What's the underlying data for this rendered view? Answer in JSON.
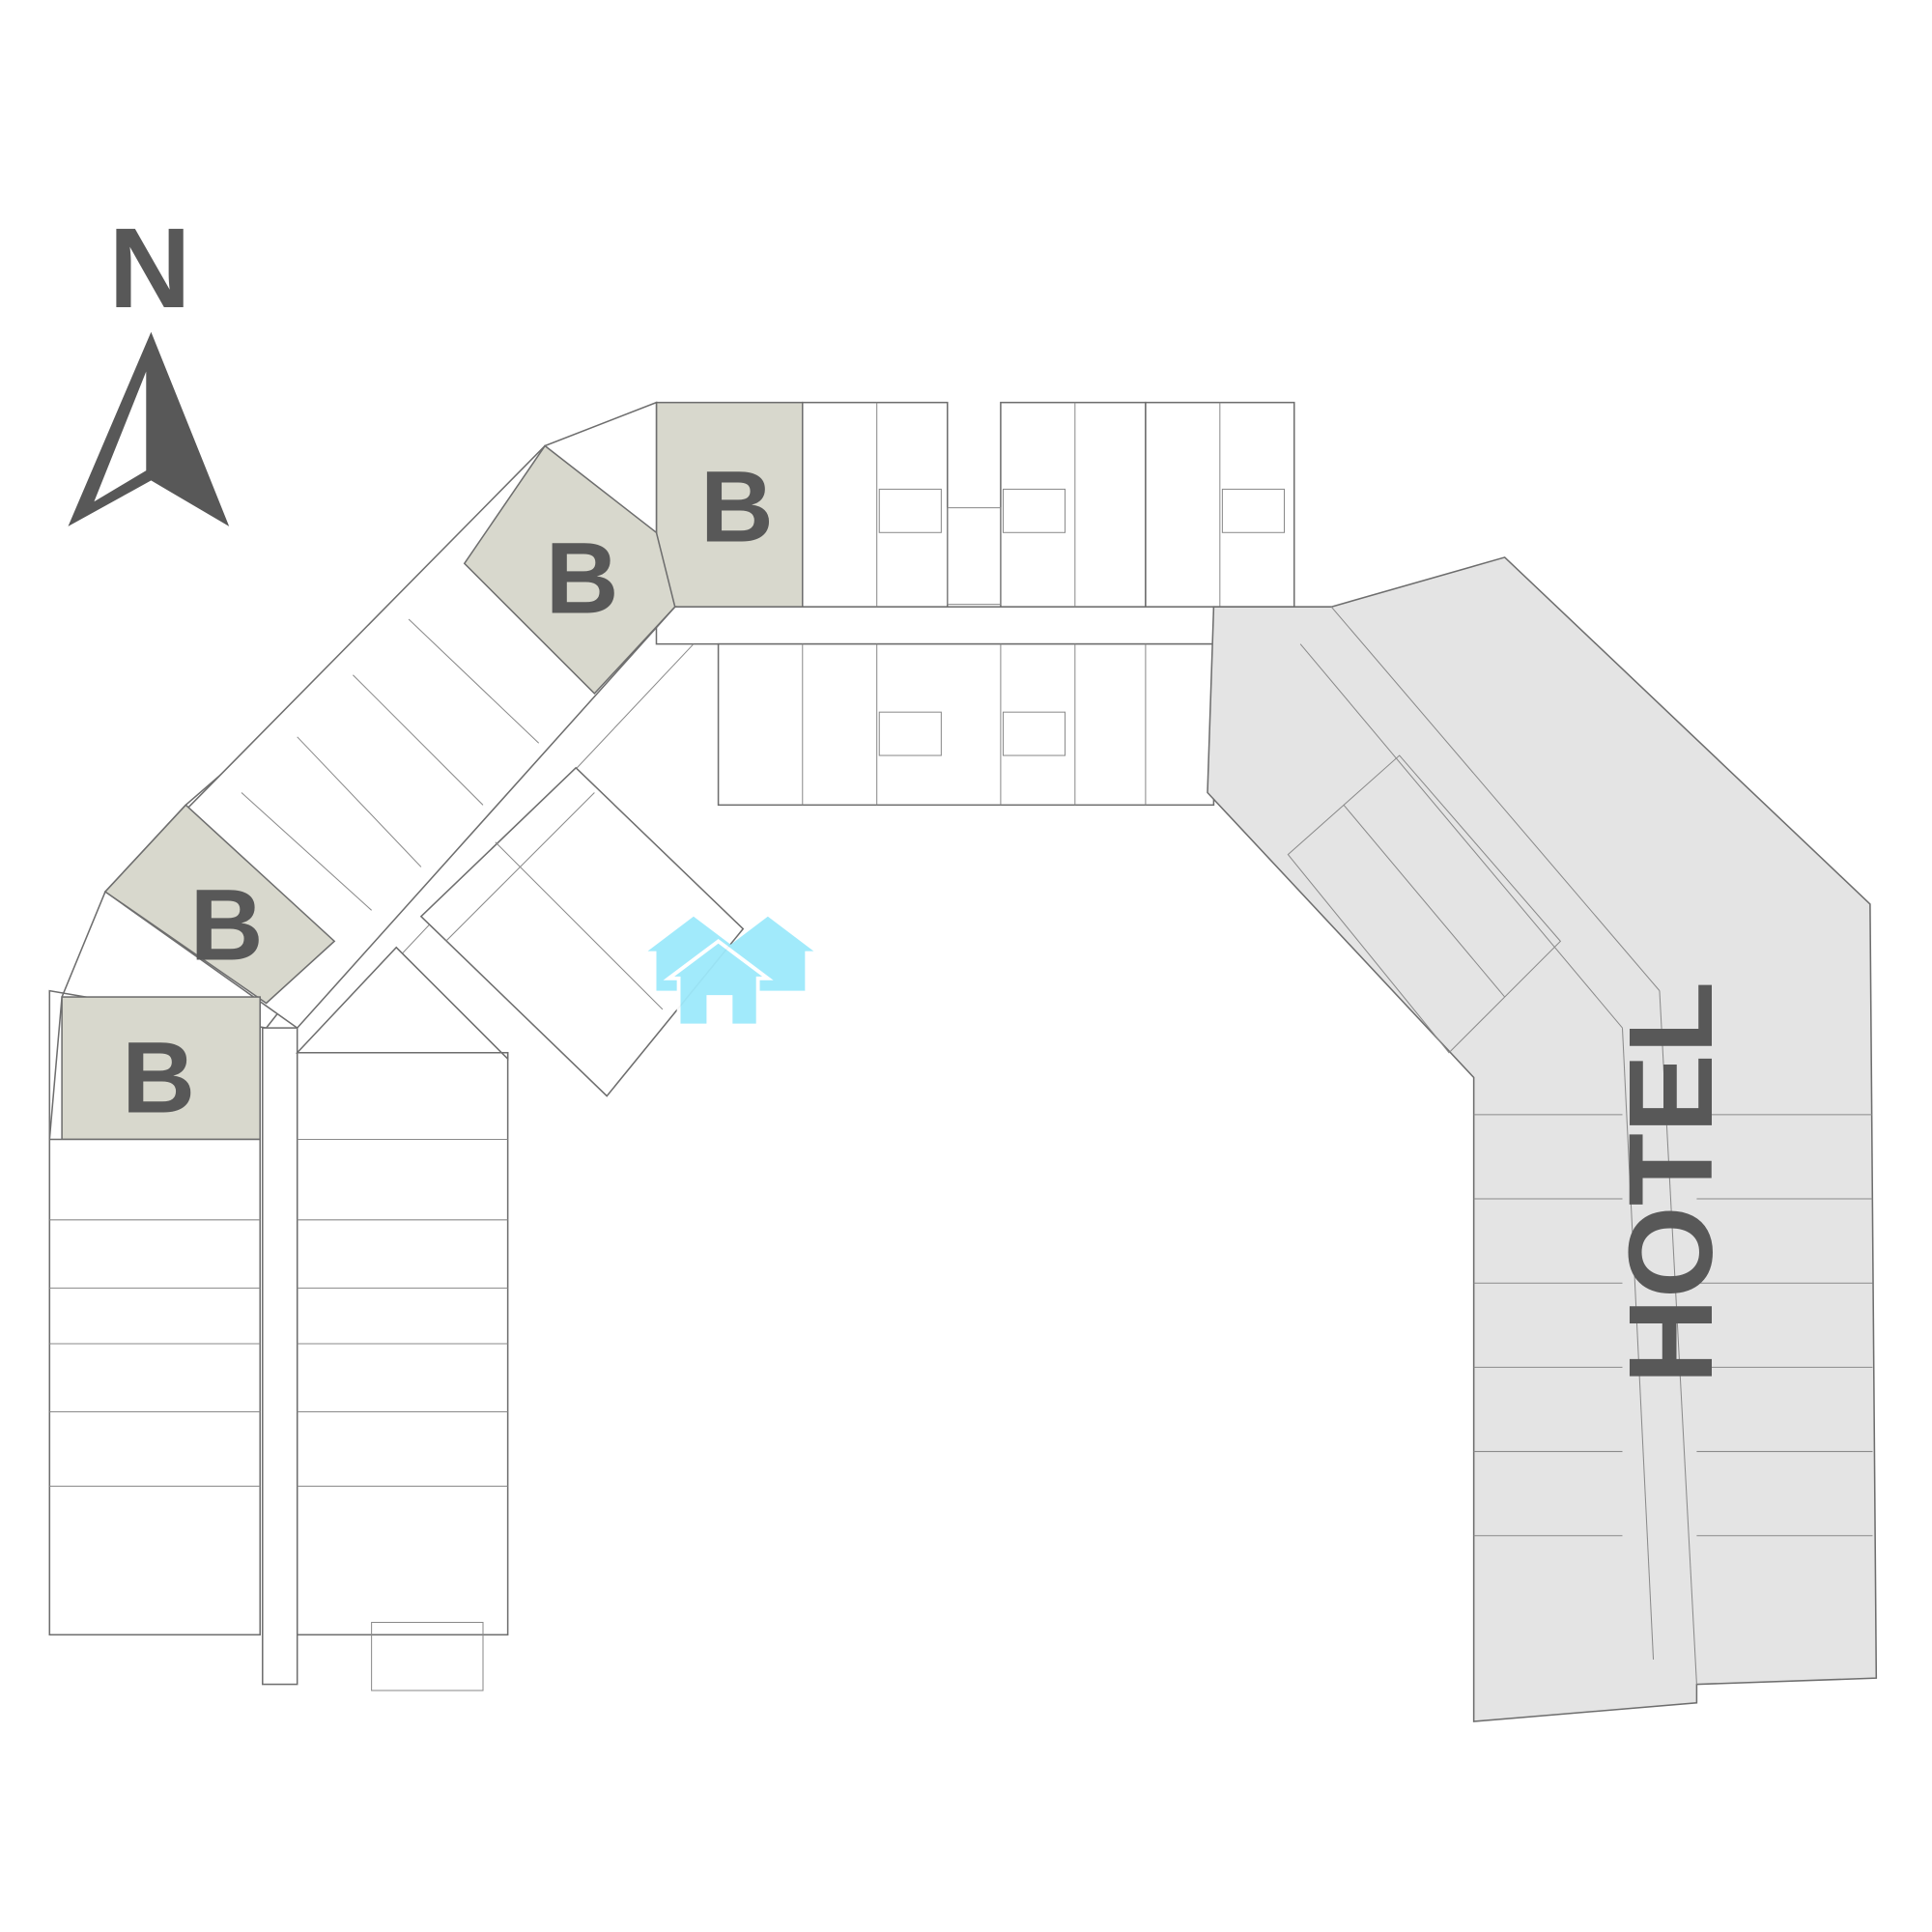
{
  "compass": {
    "letter": "N"
  },
  "units": [
    {
      "label": "B"
    },
    {
      "label": "B"
    },
    {
      "label": "B"
    },
    {
      "label": "B"
    }
  ],
  "hotel": {
    "label": "HOTEL"
  },
  "colors": {
    "unit_b": "#d8d8cd",
    "hotel": "#e4e4e4",
    "marker": "#9de9fb",
    "label": "#585858"
  }
}
